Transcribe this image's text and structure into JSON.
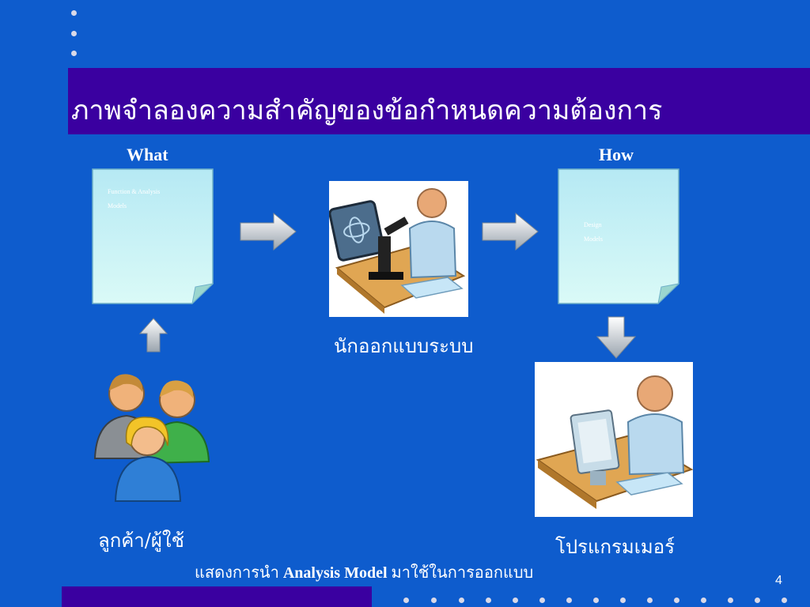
{
  "slide": {
    "title": "ภาพจำลองความสำคัญของข้อกำหนดความต้องการ",
    "what_label": "What",
    "how_label": "How",
    "doc_left": {
      "line1": "Function & Analysis",
      "line2": "Models"
    },
    "doc_right": {
      "line1": "Design",
      "line2": "Models"
    },
    "designer_label": "นักออกแบบระบบ",
    "customer_label": "ลูกค้า/ผู้ใช้",
    "programmer_label": "โปรแกรมเมอร์",
    "caption_prefix": "แสดงการนำ",
    "caption_model": "Analysis Model",
    "caption_suffix": "มาใช้ในการออกแบบ",
    "page_number": "4"
  },
  "colors": {
    "background": "#0e5ccd",
    "title_band": "#3a00a0",
    "doc_fill": "#c9f3f6"
  }
}
